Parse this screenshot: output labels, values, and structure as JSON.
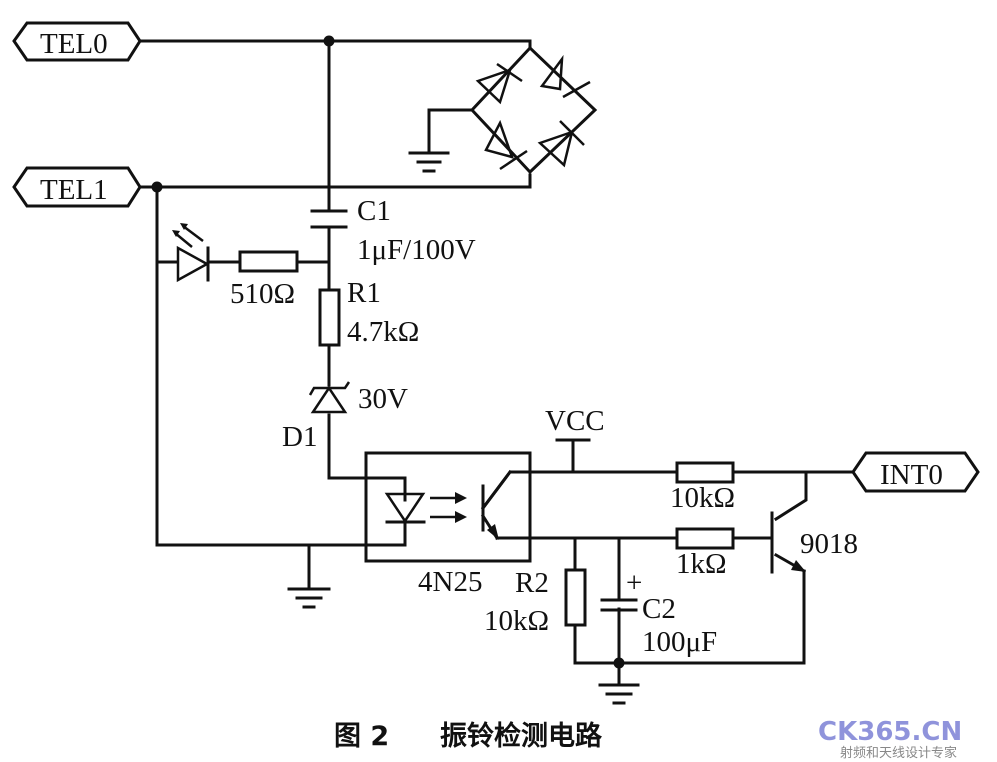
{
  "ports": {
    "tel0": "TEL0",
    "tel1": "TEL1",
    "int0": "INT0"
  },
  "labels": {
    "c1_name": "C1",
    "c1_value": "1μF/100V",
    "r_led_value": "510Ω",
    "r1_name": "R1",
    "r1_value": "4.7kΩ",
    "d1_value": "30V",
    "d1_name": "D1",
    "vcc": "VCC",
    "optocoupler": "4N25",
    "r_pullup_value": "10kΩ",
    "r_base_value": "1kΩ",
    "transistor": "9018",
    "r2_name": "R2",
    "r2_value": "10kΩ",
    "c2_polarity": "+",
    "c2_name": "C2",
    "c2_value": "100μF"
  },
  "caption": {
    "figure": "图 2",
    "title": "振铃检测电路"
  },
  "watermark": {
    "brand": "CK365.CN",
    "tagline": "射频和天线设计专家"
  }
}
